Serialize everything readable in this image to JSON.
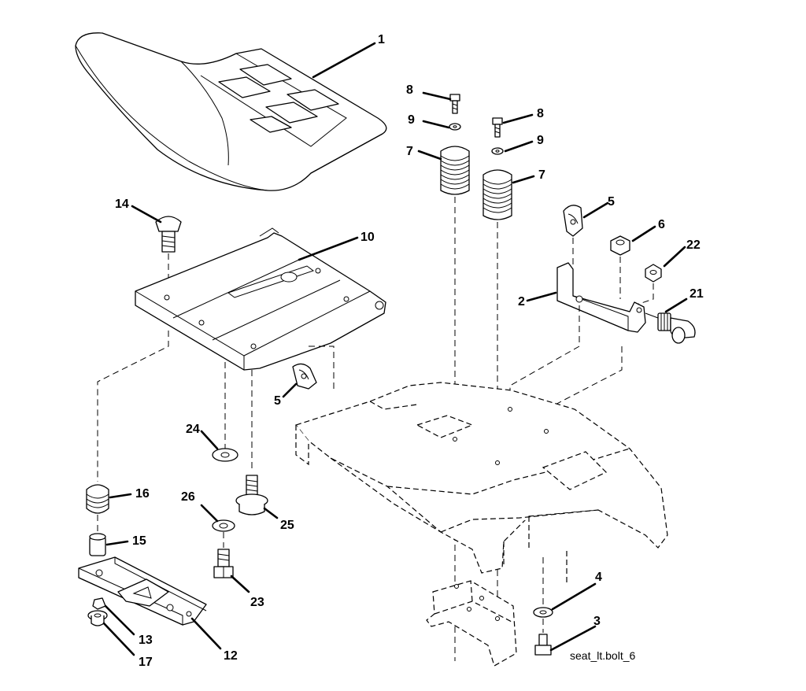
{
  "caption": "seat_lt.bolt_6",
  "callouts": {
    "c1": "1",
    "c2": "2",
    "c3": "3",
    "c4": "4",
    "c5a": "5",
    "c5b": "5",
    "c6": "6",
    "c7a": "7",
    "c7b": "7",
    "c8a": "8",
    "c8b": "8",
    "c9a": "9",
    "c9b": "9",
    "c10": "10",
    "c12": "12",
    "c13": "13",
    "c14": "14",
    "c15": "15",
    "c16": "16",
    "c17": "17",
    "c21": "21",
    "c22": "22",
    "c23": "23",
    "c24": "24",
    "c25": "25",
    "c26": "26"
  }
}
